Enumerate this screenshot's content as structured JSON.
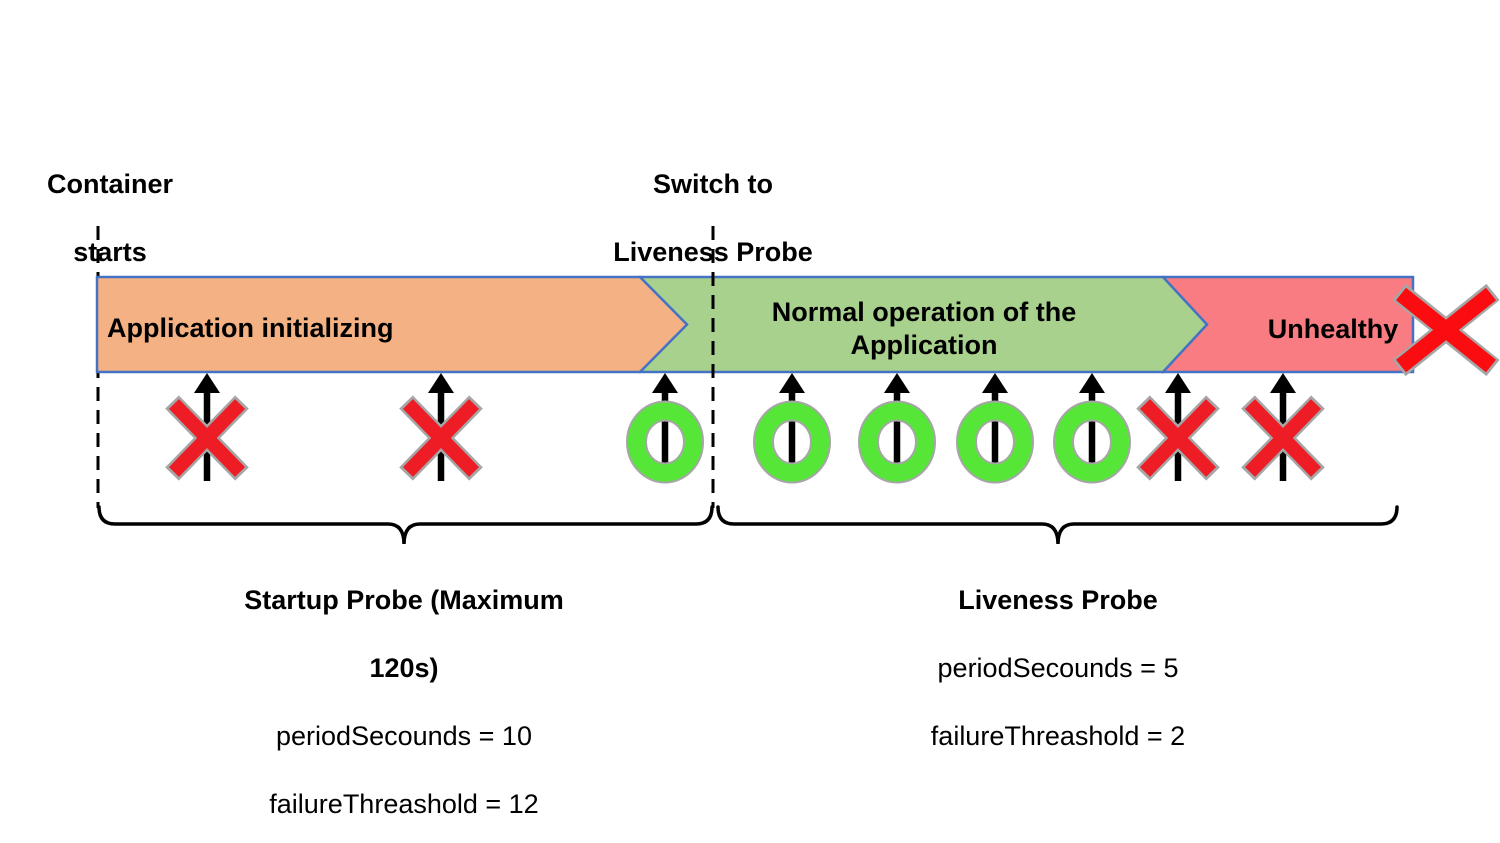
{
  "title_labels": {
    "container_starts": {
      "line1": "Container",
      "line2": "starts"
    },
    "switch": {
      "line1": "Switch to",
      "line2": "Liveness Probe"
    }
  },
  "banner": {
    "border_color": "#4472C4",
    "segments": [
      {
        "id": "initializing",
        "label": "Application initializing",
        "fill": "#F4B183"
      },
      {
        "id": "normal-operation",
        "label": "Normal operation of the Application",
        "fill": "#A9D18E"
      },
      {
        "id": "unhealthy",
        "label": "Unhealthy",
        "fill": "#F87C81"
      }
    ]
  },
  "markers": {
    "sequence": [
      "fail",
      "fail",
      "success",
      "success",
      "success",
      "success",
      "success",
      "fail",
      "fail"
    ],
    "fail_color": "#EE1C25",
    "success_color": "#55E637",
    "outline_color": "#A6A6A6",
    "arrow_color": "#000000"
  },
  "terminal_fail_icon": {
    "color": "#FB0C10",
    "outline_color": "#A6A6A6"
  },
  "annotations": {
    "startup": {
      "title_line1": "Startup Probe (Maximum",
      "title_line2": "120s)",
      "param1": "periodSecounds = 10",
      "param2": "failureThreashold = 12"
    },
    "liveness": {
      "title": "Liveness Probe",
      "param1": "periodSecounds = 5",
      "param2": "failureThreashold = 2"
    }
  }
}
